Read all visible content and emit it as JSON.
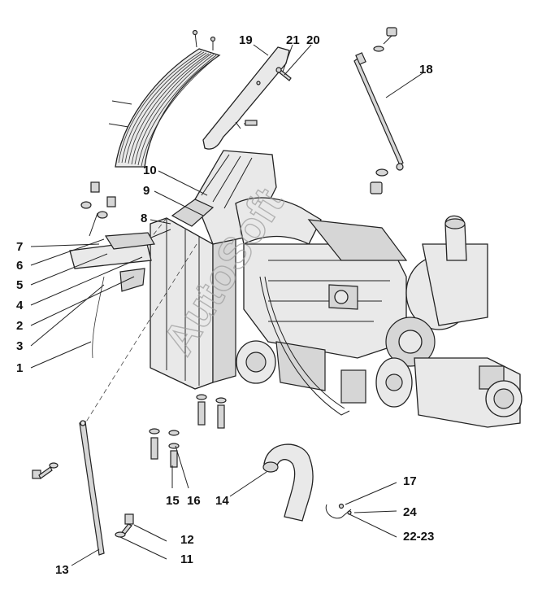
{
  "watermark": "AutoSoft",
  "callouts": {
    "c1": "1",
    "c2": "2",
    "c3": "3",
    "c4": "4",
    "c5": "5",
    "c6": "6",
    "c7": "7",
    "c8": "8",
    "c9": "9",
    "c10": "10",
    "c11": "11",
    "c12": "12",
    "c13": "13",
    "c14": "14",
    "c15": "15",
    "c16": "16",
    "c17": "17",
    "c18": "18",
    "c19": "19",
    "c20": "20",
    "c21": "21",
    "c22_23": "22-23",
    "c24": "24"
  }
}
